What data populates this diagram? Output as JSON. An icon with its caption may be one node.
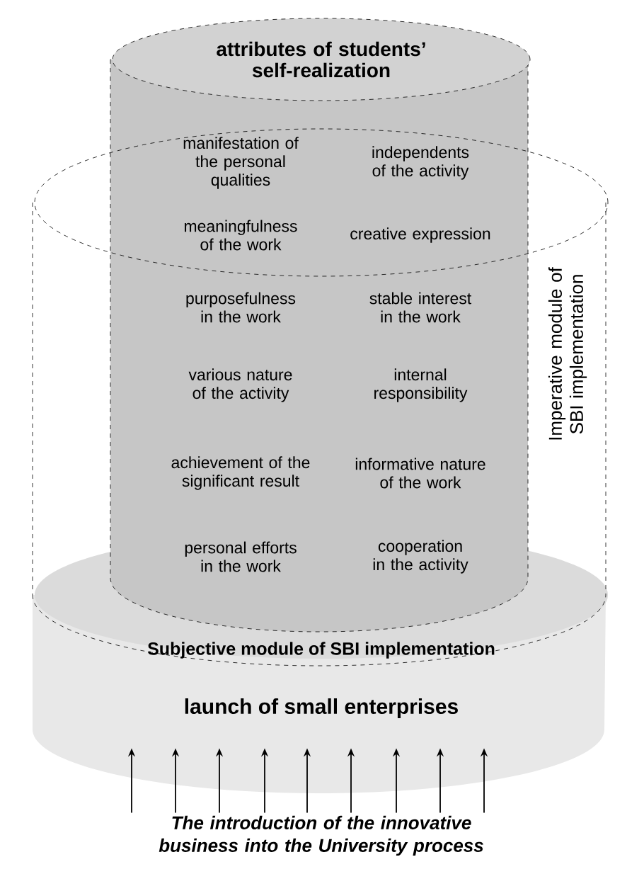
{
  "diagram": {
    "nodes": [
      {
        "text": [
          "Subjective module of SBI implementation",
          "launch of small enterprises"
        ]
      },
      {
        "text": [
          "Imperative module of SBI implementation"
        ]
      },
      {
        "text": [
          "attributes of students’ self-realization"
        ]
      },
      {
        "text": [
          "The introduction of the innovative business into the University process"
        ]
      }
    ],
    "edges": [
      {
        "from": 3,
        "to": 0,
        "arrow": "to"
      },
      {
        "from": 3,
        "to": 0,
        "arrow": "to"
      },
      {
        "from": 3,
        "to": 0,
        "arrow": "to"
      },
      {
        "from": 3,
        "to": 0,
        "arrow": "to"
      },
      {
        "from": 3,
        "to": 0,
        "arrow": "to"
      },
      {
        "from": 3,
        "to": 0,
        "arrow": "to"
      },
      {
        "from": 3,
        "to": 0,
        "arrow": "to"
      },
      {
        "from": 3,
        "to": 0,
        "arrow": "to"
      },
      {
        "from": 3,
        "to": 0,
        "arrow": "to"
      }
    ],
    "labels": [
      "manifestation of the personal qualities",
      "independents of the activity",
      "meaningfulness of the work",
      "creative expression",
      "purposefulness in the work",
      "stable interest in the work",
      "various nature of the activity",
      "internal responsibility",
      "achievement of the significant result",
      "informative nature of the work",
      "personal efforts in the work",
      "cooperation in the activity"
    ]
  }
}
